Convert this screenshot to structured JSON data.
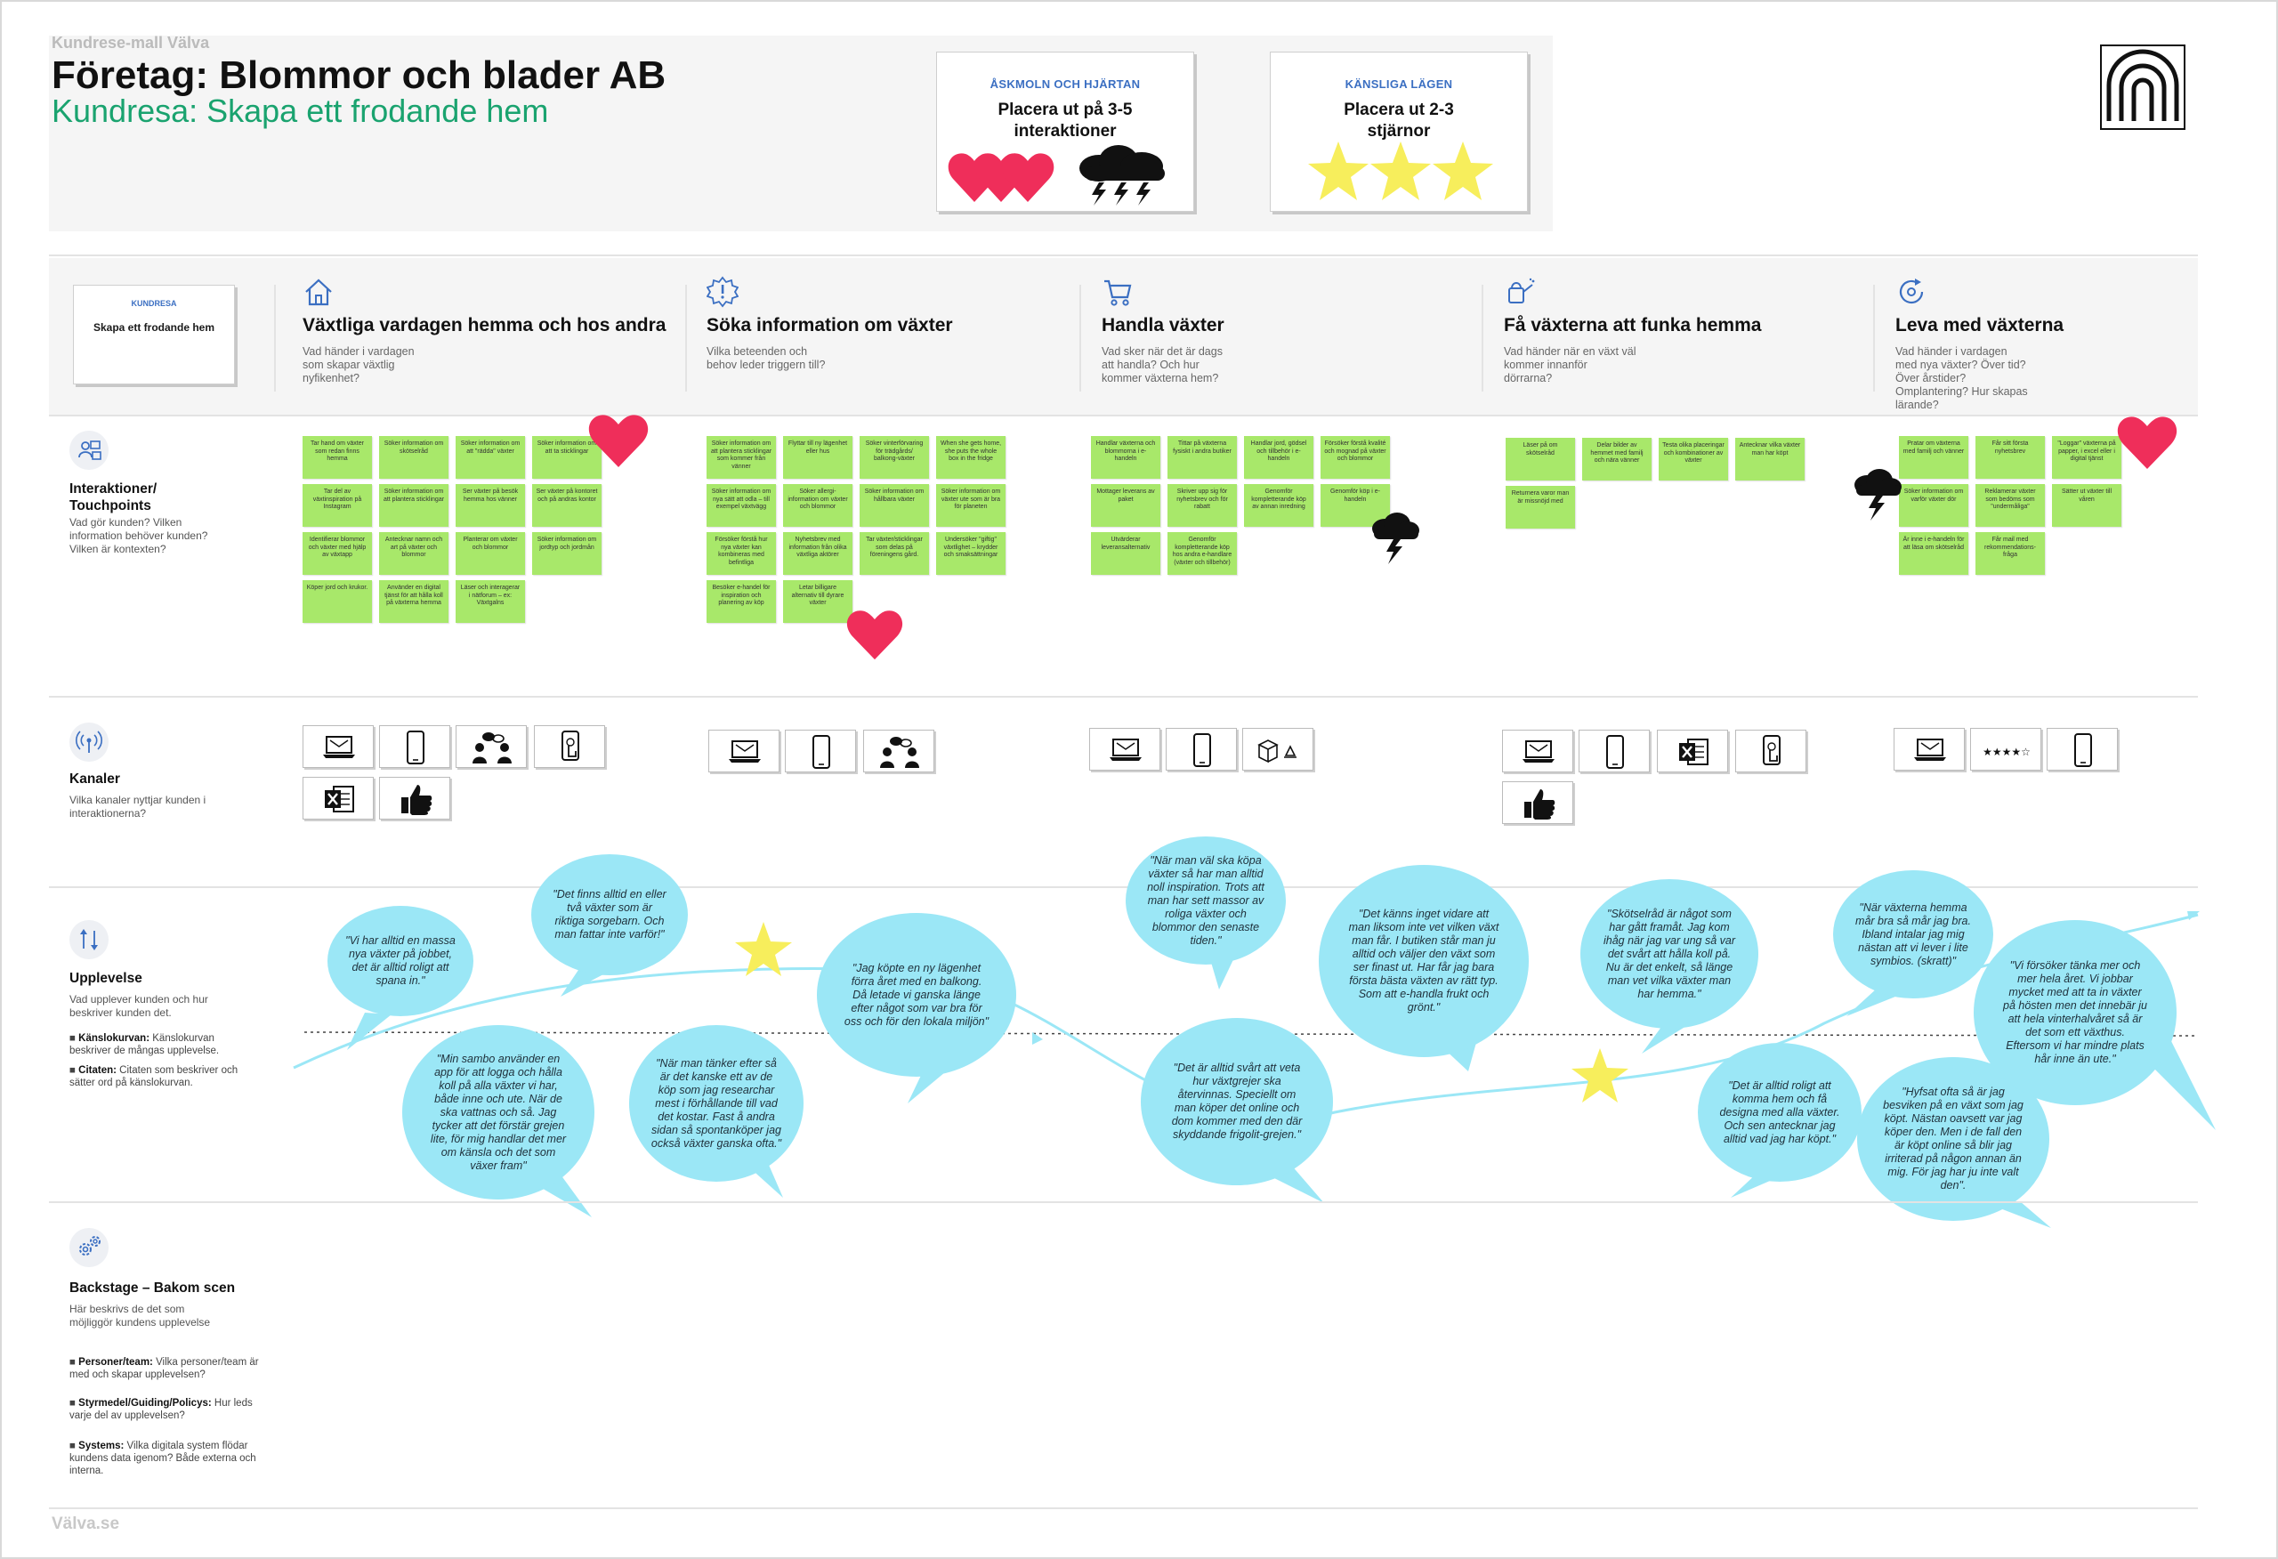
{
  "template_label": "Kundrese-mall Välva",
  "company_title": "Företag: Blommor och blader AB",
  "journey_title": "Kundresa: Skapa ett frodande hem",
  "legend": [
    {
      "caption": "ÅSKMOLN OCH HJÄRTAN",
      "text": "Placera ut på 3-5 interaktioner"
    },
    {
      "caption": "KÄNSLIGA LÄGEN",
      "text": "Placera ut 2-3 stjärnor"
    }
  ],
  "customer_journey_card": {
    "caption": "KUNDRESA",
    "title": "Skapa ett frodande hem"
  },
  "phases": [
    {
      "icon": "house-icon",
      "title": "Växtliga vardagen hemma och hos andra",
      "question": "Vad händer i vardagen som skapar växtlig nyfikenhet?"
    },
    {
      "icon": "alert-badge-icon",
      "title": "Söka information om växter",
      "question": "Vilka beteenden och behov leder triggern till?"
    },
    {
      "icon": "cart-icon",
      "title": "Handla växter",
      "question": "Vad sker när det är dags att handla? Och hur kommer växterna hem?"
    },
    {
      "icon": "watering-can-icon",
      "title": "Få växterna att funka hemma",
      "question": "Vad händer när en växt väl kommer innanför dörrarna?"
    },
    {
      "icon": "cycle-icon",
      "title": "Leva med växterna",
      "question": "Vad händer i vardagen med nya växter? Över tid? Över årstider? Omplantering? Hur skapas lärande?"
    }
  ],
  "rows": {
    "interactions": {
      "title": "Interaktioner/ Touchpoints",
      "desc": "Vad gör kunden? Vilken information behöver kunden? Vilken är kontexten?"
    },
    "channels": {
      "title": "Kanaler",
      "desc": "Vilka kanaler nyttjar kunden i interaktionerna?"
    },
    "experience": {
      "title": "Upplevelse",
      "desc": "Vad upplever kunden och hur beskriver kunden det.",
      "bullets": [
        {
          "bold": "Känslokurvan:",
          "text": "Känslokurvan beskriver de mångas upplevelse."
        },
        {
          "bold": "Citaten:",
          "text": "Citaten som beskriver och sätter ord på känslokurvan."
        }
      ]
    },
    "backstage": {
      "title": "Backstage – Bakom scen",
      "desc": "Här beskrivs de det som möjliggör kundens upplevelse",
      "bullets": [
        {
          "bold": "Personer/team:",
          "text": "Vilka personer/team är med och skapar upplevelsen?"
        },
        {
          "bold": "Styrmedel/Guiding/Policys:",
          "text": "Hur leds varje del av upplevelsen?"
        },
        {
          "bold": "Systems:",
          "text": "Vilka digitala system flödar kundens data igenom? Både externa och interna."
        }
      ]
    }
  },
  "stickies": [
    [
      "Tar hand om växter som redan finns hemma",
      "Söker information om skötselråd",
      "Söker information om att \"rädda\" växter",
      "Söker information om att ta sticklingar",
      "Tar del av växtinspiration på Instagram",
      "Söker information om att plantera sticklingar",
      "Ser växter på besök hemma hos vänner",
      "Ser växter på kontoret och på andras kontor",
      "Identifierar blommor och växter med hjälp av växtapp",
      "Antecknar namn och art på växter och blommor",
      "Planterar om växter och blommor",
      "Söker information om jordtyp och jordmån",
      "Köper jord och krukor.",
      "Använder en digital tjänst för att hålla koll på växterna hemma",
      "Läser och interagerar i nätforum – ex: Växtgalns"
    ],
    [
      "Söker information om att plantera sticklingar som kommer från vänner",
      "Flyttar till ny lägenhet eller hus",
      "Söker vinterförvaring för trädgårds/ balkong-växter",
      "When she gets home, she puts the whole box in the fridge",
      "Söker information om nya sätt att odla – till exempel växtvägg",
      "Söker allergi-information om växter och blommor",
      "Söker information om hållbara växter",
      "Söker information om växter ute som är bra för planeten",
      "Försöker förstå hur nya växter kan kombineras med befintliga",
      "Nyhetsbrev med information från olika växtliga aktörer",
      "Tar växter/sticklingar som delas på föreningens gård.",
      "Undersöker \"giftig\" växtlighet – krydder och smaksättningar",
      "Besöker e-handel för inspiration och planering av köp",
      "Letar billigare alternativ till dyrare växter"
    ],
    [
      "Handlar växterna och blommorna i e-handeln",
      "Tittar på växterna fysiskt i andra butiker",
      "Handlar jord, gödsel och tillbehör i e-handeln",
      "Försöker förstå kvalité och mognad på växter och blommor",
      "Mottager leverans av paket",
      "Skriver upp sig för nyhetsbrev och för rabatt",
      "Genomför kompletterande köp av annan inredning",
      "Genomför köp i e-handeln",
      "Utvärderar leveransalternativ",
      "Genomför kompletterande köp hos andra e-handlare (växter och tillbehör)"
    ],
    [
      "Läser på om skötselråd",
      "Delar bilder av hemmet med familj och nära vänner",
      "Testa olika placeringar och kombinationer av växter",
      "Antecknar vilka växter man har köpt",
      "Returnera varor man är missnöjd med"
    ],
    [
      "Pratar om växterna med familj och vänner",
      "Får sitt första nyhetsbrev",
      "\"Loggar\" växterna på papper, i excel eller i digital tjänst",
      "Söker information om varför växter dör",
      "Reklamerar växter som bedöms som \"undermåliga\"",
      "Sätter ut växter till våren",
      "Är inne i e-handeln för att läsa om skötselråd",
      "Får mail med rekommendations-fråga"
    ]
  ],
  "channels": [
    [
      "laptop-icon",
      "phone-icon",
      "people-chat-icon",
      "phone-touch-icon",
      "excel-icon",
      "thumbs-up-icon"
    ],
    [
      "laptop-icon",
      "phone-icon",
      "people-chat-icon"
    ],
    [
      "laptop-icon",
      "phone-icon",
      "box-recycle-icon"
    ],
    [
      "laptop-icon",
      "phone-icon",
      "excel-icon",
      "phone-touch-icon",
      "thumbs-up-icon"
    ],
    [
      "laptop-icon",
      "rating-stars-icon",
      "phone-icon"
    ]
  ],
  "quotes": [
    "\"Vi har alltid en massa nya växter på jobbet, det är alltid roligt att spana in.\"",
    "\"Det finns alltid en eller två växter som är riktiga sorgebarn. Och man fattar inte varför!\"",
    "\"Min sambo använder en app för att logga och hålla koll på alla växter vi har, både inne och ute. När de ska vattnas och så. Jag tycker att det förstär grejen lite, för mig handlar det mer om känsla och det som växer fram\"",
    "\"När man tänker efter så är det kanske ett av de köp som jag researchar mest i förhållande till vad det kostar. Fast å andra sidan så spontanköper jag också växter ganska ofta.\"",
    "\"Jag köpte en ny lägenhet förra året med en balkong. Då letade vi ganska länge efter något som var bra för oss och för den lokala miljön\"",
    "\"När man väl ska köpa växter så har man alltid noll inspiration. Trots att man har sett massor av roliga växter och blommor den senaste tiden.\"",
    "\"Det är alltid svårt att veta hur växtgrejer ska återvinnas. Speciellt om man köper det online och dom kommer med den där skyddande frigolit-grejen.\"",
    "\"Det känns inget vidare att man liksom inte vet vilken växt man får. I butiken står man ju alltid och väljer den växt som ser finast ut. Har får jag bara första bästa växten av rätt typ. Som att e-handla frukt och grönt.\"",
    "\"Skötselråd är något som har gått framåt. Jag kom ihåg när jag var ung så var det svårt att hålla koll på. Nu är det enkelt, så länge man vet vilka växter man har hemma.\"",
    "\"Det är alltid roligt att komma hem och få designa med alla växter. Och sen antecknar jag alltid vad jag har köpt.\"",
    "\"När växterna hemma mår bra så mår jag bra. Ibland intalar jag mig nästan att vi lever i lite symbios. (skratt)\"",
    "\"Hyfsat ofta så är jag besviken på en växt som jag köpt. Nästan oavsett var jag köper den. Men i de fall den är köpt online så blir jag irriterad på någon annan än mig. För jag har ju inte valt den\".",
    "\"Vi försöker tänka mer och mer hela året. Vi jobbar mycket med att ta in växter på hösten men det innebär ju att hela vinterhalvåret så är det som ett växthus. Eftersom vi har mindre plats hår inne än ute.\""
  ],
  "colors": {
    "sticky": "#a8e86a",
    "bubble": "#9be7f6",
    "heart": "#ef2e5a",
    "star": "#f7ee5c",
    "accent_green": "#1aa36f",
    "accent_blue": "#3b6fc2"
  },
  "footer": "Välva.se"
}
